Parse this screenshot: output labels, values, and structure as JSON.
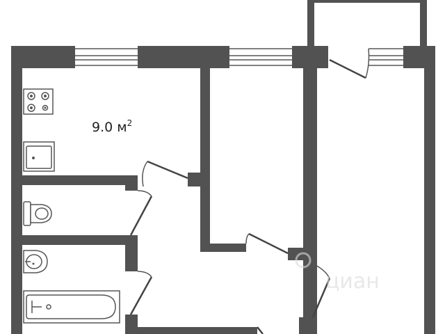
{
  "plan": {
    "kitchen": {
      "area_value": "9.0 м",
      "area_superscript": "2"
    },
    "watermark": {
      "text": "циан"
    },
    "colors": {
      "wall": "#525252",
      "background": "#ffffff",
      "fixture_outline": "#555555"
    }
  }
}
